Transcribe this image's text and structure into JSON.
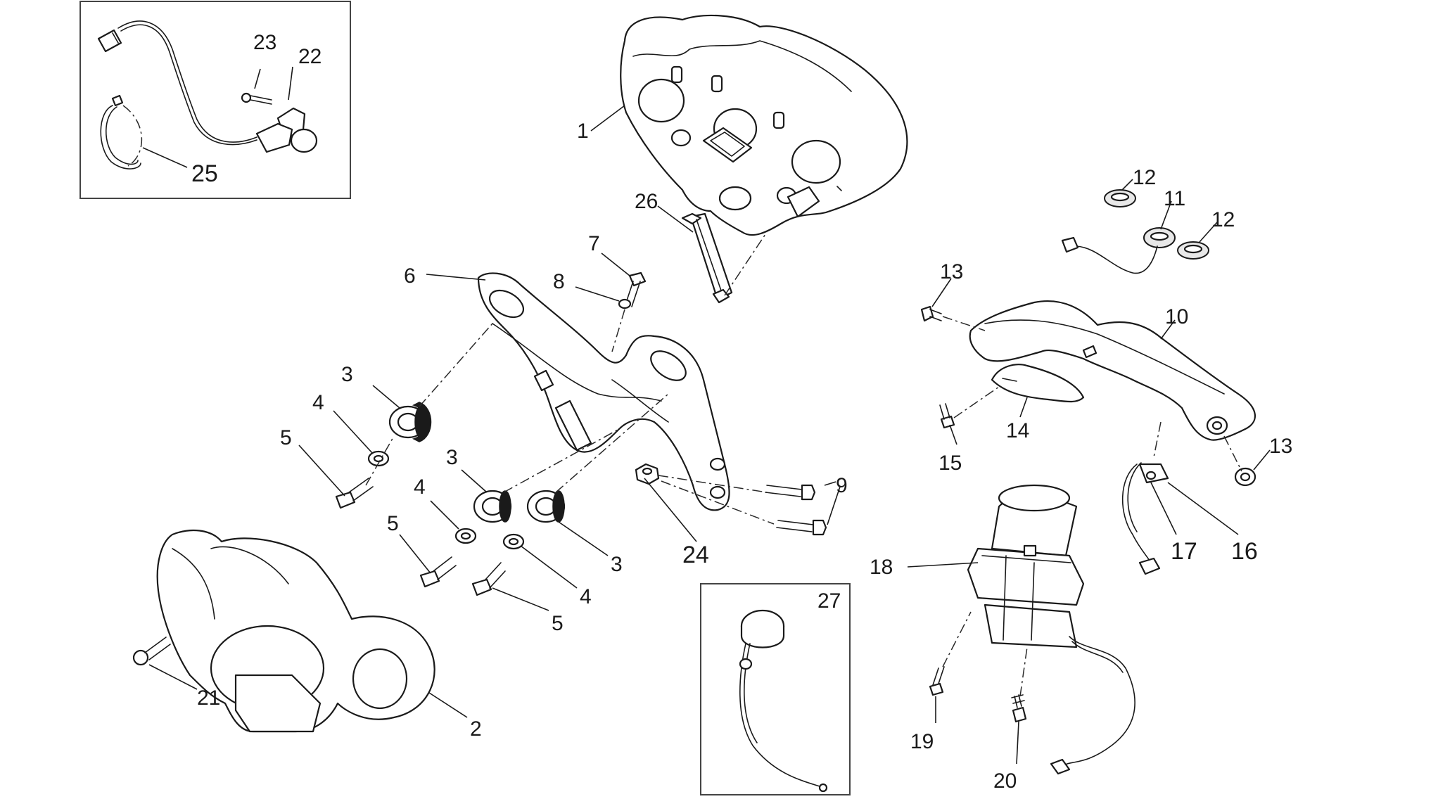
{
  "callouts": [
    {
      "id": "c1",
      "text": "1"
    },
    {
      "id": "c2",
      "text": "2"
    },
    {
      "id": "c3a",
      "text": "3"
    },
    {
      "id": "c3b",
      "text": "3"
    },
    {
      "id": "c3c",
      "text": "3"
    },
    {
      "id": "c4a",
      "text": "4"
    },
    {
      "id": "c4b",
      "text": "4"
    },
    {
      "id": "c4c",
      "text": "4"
    },
    {
      "id": "c5a",
      "text": "5"
    },
    {
      "id": "c5b",
      "text": "5"
    },
    {
      "id": "c5c",
      "text": "5"
    },
    {
      "id": "c6",
      "text": "6"
    },
    {
      "id": "c7",
      "text": "7"
    },
    {
      "id": "c8",
      "text": "8"
    },
    {
      "id": "c9",
      "text": "9"
    },
    {
      "id": "c10",
      "text": "10"
    },
    {
      "id": "c11",
      "text": "11"
    },
    {
      "id": "c12a",
      "text": "12"
    },
    {
      "id": "c12b",
      "text": "12"
    },
    {
      "id": "c13a",
      "text": "13"
    },
    {
      "id": "c13b",
      "text": "13"
    },
    {
      "id": "c14",
      "text": "14"
    },
    {
      "id": "c15",
      "text": "15"
    },
    {
      "id": "c16",
      "text": "16"
    },
    {
      "id": "c17",
      "text": "17"
    },
    {
      "id": "c18",
      "text": "18"
    },
    {
      "id": "c19",
      "text": "19"
    },
    {
      "id": "c20",
      "text": "20"
    },
    {
      "id": "c21",
      "text": "21"
    },
    {
      "id": "c22",
      "text": "22"
    },
    {
      "id": "c23",
      "text": "23"
    },
    {
      "id": "c24",
      "text": "24"
    },
    {
      "id": "c25",
      "text": "25"
    },
    {
      "id": "c26",
      "text": "26"
    },
    {
      "id": "c27",
      "text": "27"
    }
  ],
  "colors": {
    "line": "#1a1a1a",
    "background": "#ffffff",
    "inset_border": "#444444"
  }
}
